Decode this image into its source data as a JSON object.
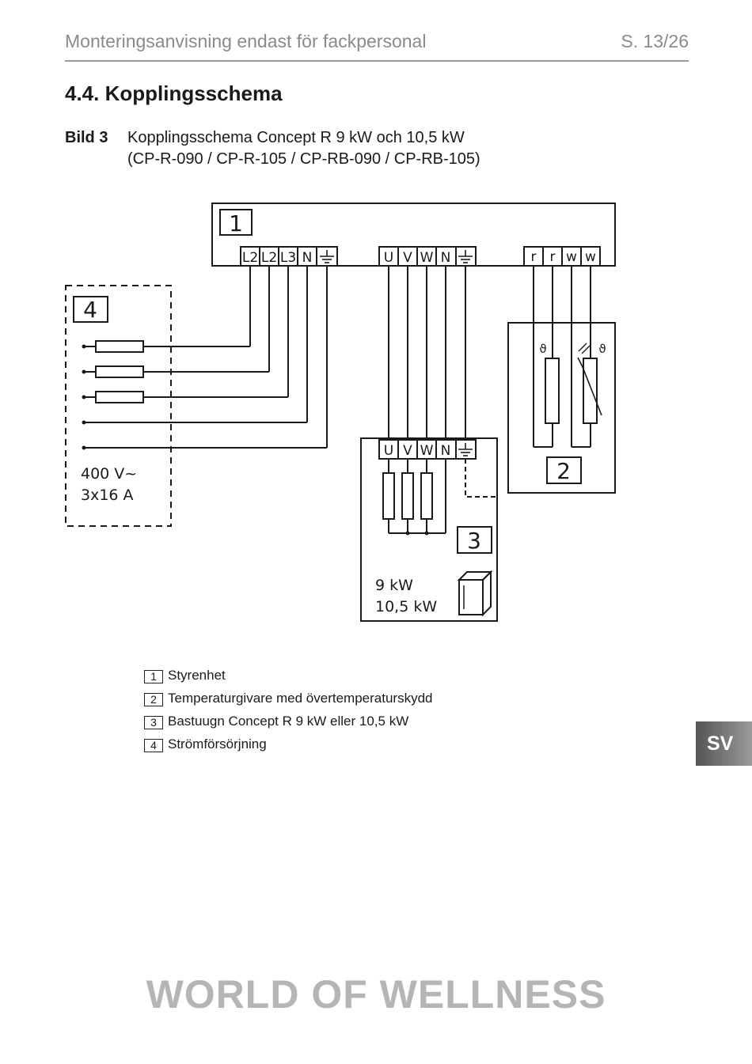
{
  "header": {
    "title": "Monteringsanvisning endast för fackpersonal",
    "page": "S. 13/26"
  },
  "section": {
    "title": "4.4.  Kopplingsschema"
  },
  "figure": {
    "label": "Bild 3",
    "caption_line1": "Kopplingsschema Concept R 9 kW och 10,5 kW",
    "caption_line2": "(CP-R-090 / CP-R-105 / CP-RB-090 / CP-RB-105)"
  },
  "diagram": {
    "control_unit_number": "1",
    "mains_terminals": [
      "L2",
      "L2",
      "L3",
      "N"
    ],
    "heater_terminals": [
      "U",
      "V",
      "W",
      "N"
    ],
    "sensor_terminals": [
      "r",
      "r",
      "w",
      "w"
    ],
    "sensor_number": "2",
    "heater_number": "3",
    "supply_number": "4",
    "supply_voltage": "400 V~",
    "supply_current": "3x16 A",
    "heater_power_1": "9 kW",
    "heater_power_2": "10,5 kW",
    "sensor_symbol": "ϑ"
  },
  "legend": [
    {
      "num": "1",
      "text": "Styrenhet"
    },
    {
      "num": "2",
      "text": "Temperaturgivare med övertemperaturskydd"
    },
    {
      "num": "3",
      "text": "Bastuugn Concept R 9 kW eller 10,5 kW"
    },
    {
      "num": "4",
      "text": "Strömförsörjning"
    }
  ],
  "language_tab": "SV",
  "brand": "WORLD OF WELLNESS"
}
